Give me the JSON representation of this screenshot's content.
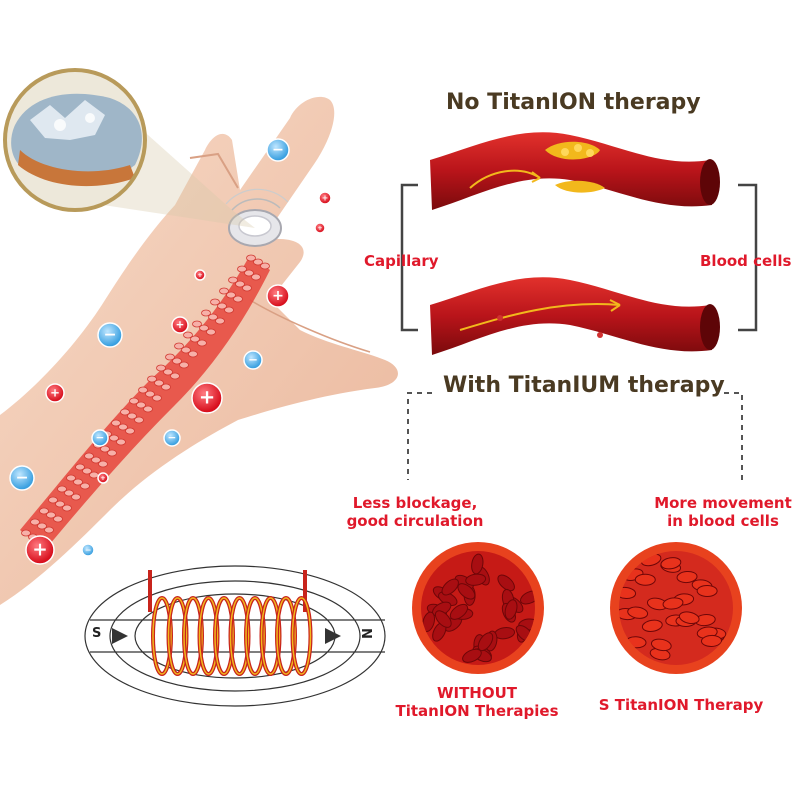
{
  "headings": {
    "top": "No TitanION therapy",
    "middle": "With TitanIUM therapy"
  },
  "labels": {
    "capillary": "Capillary",
    "blood_cells": "Blood cells",
    "less_blockage_line1": "Less blockage,",
    "less_blockage_line2": "good circulation",
    "more_movement_line1": "More movement",
    "more_movement_line2": "in blood cells",
    "without_line1": "WITHOUT",
    "without_line2": "TitanION Therapies",
    "with_therapy": "S TitanION Therapy"
  },
  "coil": {
    "south": "S",
    "north": "N"
  },
  "ions": {
    "positive": "+",
    "negative": "−"
  },
  "colors": {
    "heading": "#4a3a22",
    "label_red": "#e0192b",
    "vessel_red": "#c8191e",
    "vessel_dark": "#7a0a0c",
    "plaque": "#f2b81c",
    "negative_ion": "#3aa0e0",
    "positive_ion": "#e01a2a",
    "skin": "#f2c8b0"
  }
}
